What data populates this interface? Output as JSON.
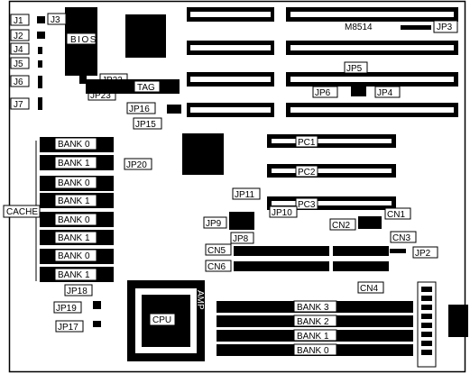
{
  "board": {
    "model": "M8514",
    "bios_label": "BIOS",
    "tag_label": "TAG",
    "cpu_label": "CPU",
    "cpu_marking": "AMP"
  },
  "jumpers": {
    "j1": "J1",
    "j2": "J2",
    "j3": "J3",
    "j4": "J4",
    "j5": "J5",
    "j6": "J6",
    "j7": "J7",
    "jp2": "JP2",
    "jp3": "JP3",
    "jp4": "JP4",
    "jp5": "JP5",
    "jp6": "JP6",
    "jp8": "JP8",
    "jp9": "JP9",
    "jp10": "JP10",
    "jp11": "JP11",
    "jp15": "JP15",
    "jp16": "JP16",
    "jp17": "JP17",
    "jp18": "JP18",
    "jp19": "JP19",
    "jp20": "JP20",
    "jp22": "JP22",
    "jp23": "JP23"
  },
  "slots": {
    "pc1": "PC1",
    "pc2": "PC2",
    "pc3": "PC3"
  },
  "connectors": {
    "cn1": "CN1",
    "cn2": "CN2",
    "cn3": "CN3",
    "cn4": "CN4",
    "cn5": "CN5",
    "cn6": "CN6"
  },
  "cache": {
    "label": "CACHE",
    "banks": [
      "BANK 0",
      "BANK 1",
      "BANK 0",
      "BANK 1",
      "BANK 0",
      "BANK 1",
      "BANK 0",
      "BANK 1"
    ]
  },
  "simm": {
    "banks": [
      "BANK 3",
      "BANK 2",
      "BANK 1",
      "BANK 0"
    ]
  }
}
